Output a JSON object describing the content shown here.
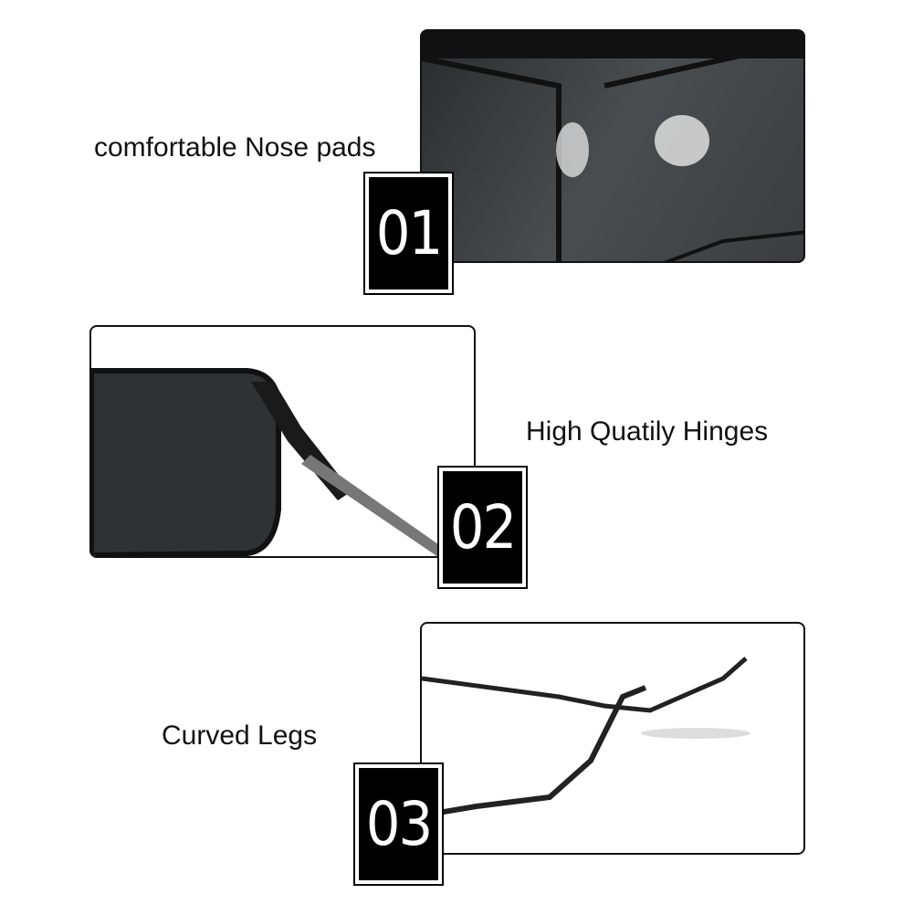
{
  "features": [
    {
      "number": "01",
      "label": "comfortable Nose pads"
    },
    {
      "number": "02",
      "label": "High Quatily Hinges"
    },
    {
      "number": "03",
      "label": "Curved Legs"
    }
  ]
}
